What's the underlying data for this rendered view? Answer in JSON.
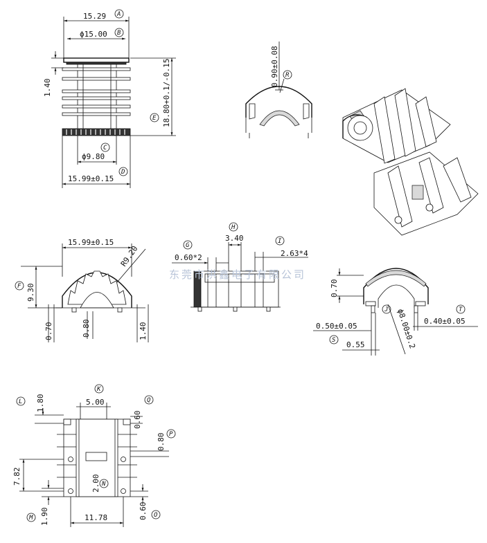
{
  "front_view": {
    "top_width": "15.29",
    "top_width_tag": "A",
    "flange_diameter": "ϕ15.00",
    "flange_diameter_tag": "B",
    "gap": "1.40",
    "height": "18.80+0.1/-0.15",
    "height_tag": "E",
    "inner_diameter": "ϕ9.80",
    "inner_diameter_tag": "C",
    "bottom_width": "15.99±0.15",
    "bottom_width_tag": "D"
  },
  "clip_view": {
    "thickness": "0.90±0.08",
    "thickness_tag": "R"
  },
  "end_view": {
    "width": "15.99±0.15",
    "radius": "R9.20",
    "height": "9.30",
    "height_tag": "F",
    "pin_left": "0.70",
    "pin_center": "0.80",
    "pin_right": "1.40"
  },
  "side_view": {
    "slot_left": "0.60*2",
    "slot_left_tag": "G",
    "center_width": "3.40",
    "center_tag": "H",
    "slot_right": "2.63*4",
    "slot_right_tag": "I"
  },
  "clip_detail": {
    "height": "0.70",
    "pin_width": "0.50±0.05",
    "pin_tag": "S",
    "pin_gap": "0.55",
    "diameter": "ϕ8.00±0.2",
    "diameter_tag": "J",
    "wall": "0.40±0.05",
    "wall_tag": "T"
  },
  "bottom_view": {
    "top_offset": "1.80",
    "top_offset_tag": "L",
    "slot_width": "5.00",
    "slot_width_tag": "K",
    "right_top": "0.60",
    "right_top_tag": "Q",
    "right_gap": "0.80",
    "right_gap_tag": "P",
    "height": "7.82",
    "window": "2.00",
    "window_tag": "N",
    "bottom_left": "1.90",
    "bottom_left_tag": "M",
    "width": "11.78",
    "bottom_right": "0.60",
    "bottom_right_tag": "O"
  },
  "watermark": "东莞市洪鑫电子有限公司"
}
